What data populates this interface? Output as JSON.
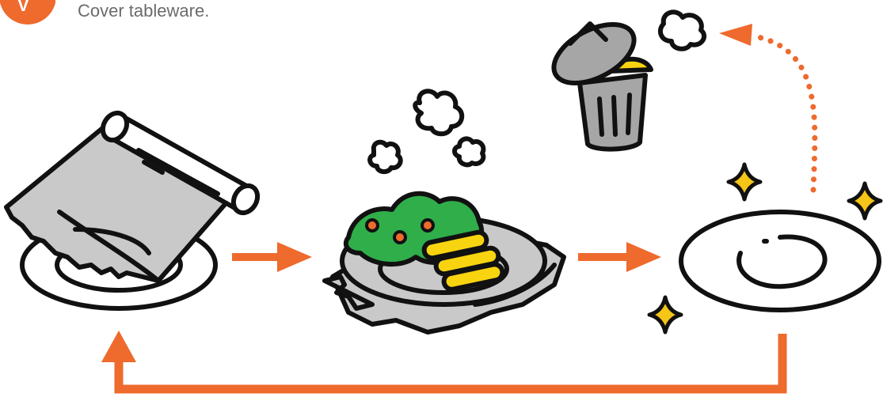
{
  "step": {
    "number": "V",
    "caption": "Cover tableware."
  },
  "colors": {
    "accent_orange": "#ee6a2d",
    "outline": "#111111",
    "film_gray": "#c9c9c9",
    "lettuce_green": "#2fae4a",
    "food_yellow": "#f7d40f",
    "sparkle_yellow": "#f5c518"
  },
  "diagram": {
    "nodes": [
      {
        "id": "wrapped-plate",
        "icon": "plastic-wrap-roll-over-plate-icon"
      },
      {
        "id": "food-on-wrapped-plate",
        "icon": "food-on-wrapped-plate-icon"
      },
      {
        "id": "clean-plate",
        "icon": "clean-plate-icon"
      },
      {
        "id": "trash-bin",
        "icon": "trash-bin-icon"
      }
    ],
    "edges": [
      {
        "from": "wrapped-plate",
        "to": "food-on-wrapped-plate",
        "style": "solid-arrow"
      },
      {
        "from": "food-on-wrapped-plate",
        "to": "clean-plate",
        "style": "solid-arrow"
      },
      {
        "from": "clean-plate",
        "to": "trash-bin",
        "style": "dotted-curved-arrow"
      },
      {
        "from": "clean-plate",
        "to": "wrapped-plate",
        "style": "solid-return-arrow"
      }
    ]
  }
}
